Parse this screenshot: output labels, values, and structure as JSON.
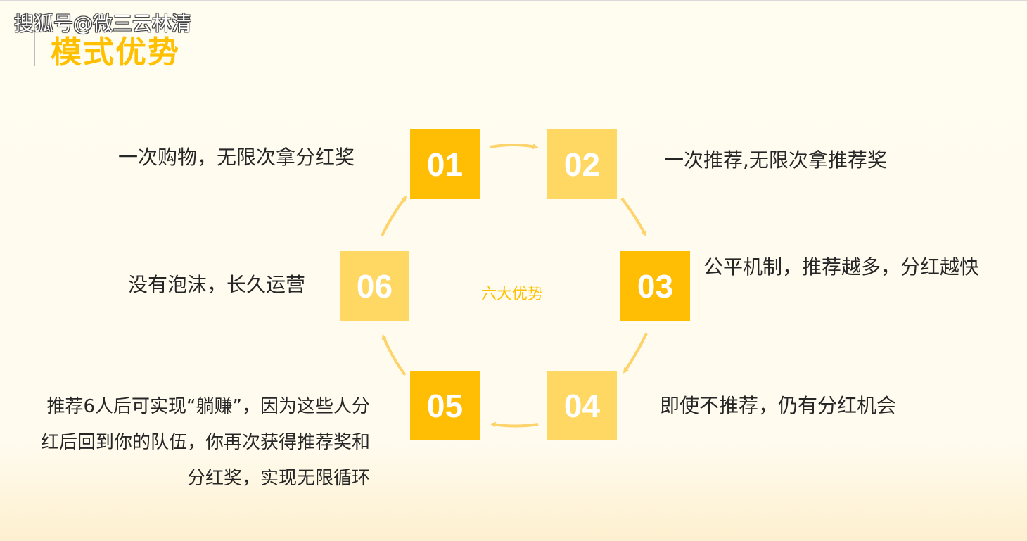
{
  "watermark": "搜狐号@微三云林清",
  "title": "模式优势",
  "center_label": "六大优势",
  "colors": {
    "accent": "#ffc000",
    "box_dark": "#ffbd04",
    "box_light": "#ffd864",
    "arrow": "#fdd36c"
  },
  "items": [
    {
      "num": "01",
      "text": "一次购物，无限次拿分红奖"
    },
    {
      "num": "02",
      "text": "一次推荐,无限次拿推荐奖"
    },
    {
      "num": "03",
      "text": "公平机制，推荐越多，分红越快"
    },
    {
      "num": "04",
      "text": "即使不推荐，仍有分红机会"
    },
    {
      "num": "05",
      "text": "推荐6人后可实现“躺赚”，因为这些人分红后回到你的队伍，你再次获得推荐奖和分红奖，实现无限循环"
    },
    {
      "num": "06",
      "text": "没有泡沫，长久运营"
    }
  ]
}
